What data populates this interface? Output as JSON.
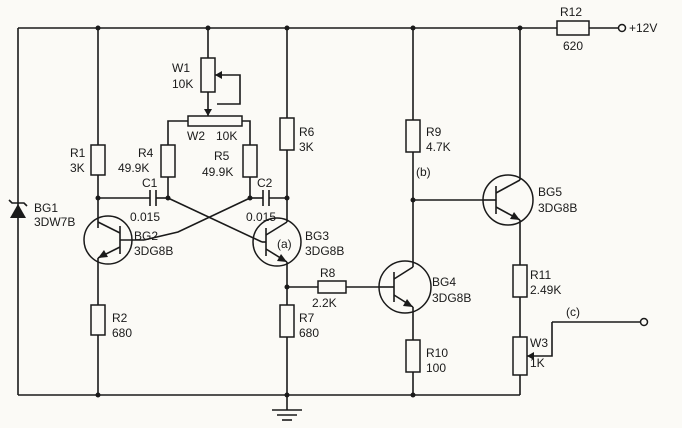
{
  "supply": {
    "ref": "R12",
    "value": "620",
    "rail": "+12V"
  },
  "components": {
    "w1": {
      "ref": "W1",
      "value": "10K"
    },
    "w2": {
      "ref": "W2",
      "value": "10K"
    },
    "r1": {
      "ref": "R1",
      "value": "3K"
    },
    "r4": {
      "ref": "R4",
      "value": "49.9K"
    },
    "r5": {
      "ref": "R5",
      "value": "49.9K"
    },
    "r6": {
      "ref": "R6",
      "value": "3K"
    },
    "r9": {
      "ref": "R9",
      "value": "4.7K"
    },
    "c1": {
      "ref": "C1",
      "value": "0.015"
    },
    "c2": {
      "ref": "C2",
      "value": "0.015"
    },
    "bg1": {
      "ref": "BG1",
      "value": "3DW7B"
    },
    "bg2": {
      "ref": "BG2",
      "value": "3DG8B"
    },
    "bg3": {
      "ref": "BG3",
      "value": "3DG8B"
    },
    "bg4": {
      "ref": "BG4",
      "value": "3DG8B"
    },
    "bg5": {
      "ref": "BG5",
      "value": "3DG8B"
    },
    "r2": {
      "ref": "R2",
      "value": "680"
    },
    "r7": {
      "ref": "R7",
      "value": "680"
    },
    "r8": {
      "ref": "R8",
      "value": "2.2K"
    },
    "r10": {
      "ref": "R10",
      "value": "100"
    },
    "r11": {
      "ref": "R11",
      "value": "2.49K"
    },
    "w3": {
      "ref": "W3",
      "value": "1K"
    }
  },
  "nodes": {
    "a": "(a)",
    "b": "(b)",
    "c": "(c)"
  }
}
